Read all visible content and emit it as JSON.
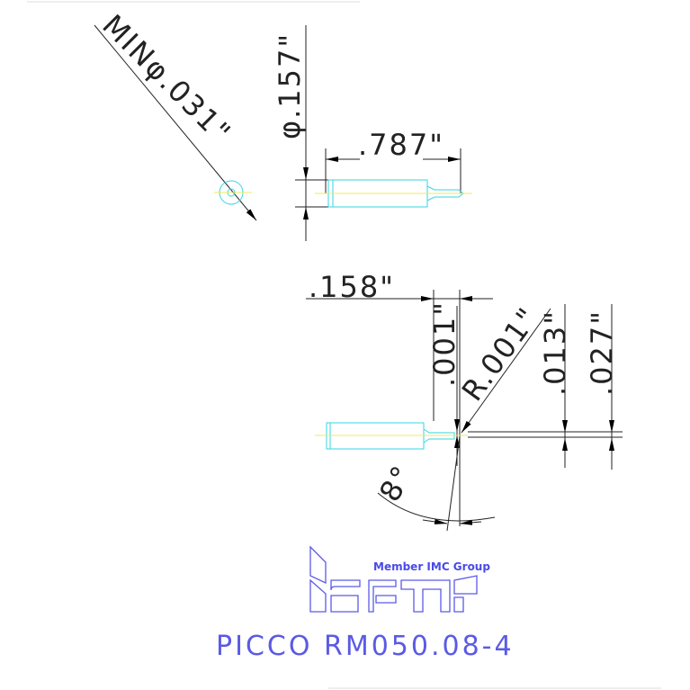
{
  "drawing": {
    "dimensions": {
      "min_diameter": "MINφ.031\"",
      "shank_diameter": "φ.157\"",
      "shank_length": ".787\"",
      "offset": ".158\"",
      "tip_offset": ".001\"",
      "corner_radius": "R.001\"",
      "width_013": ".013\"",
      "width_027": ".027\"",
      "angle": "8°"
    },
    "logo": {
      "tagline": "Member IMC Group",
      "brand": "ISCAR"
    },
    "part_number": "PICCO RM050.08-4"
  }
}
